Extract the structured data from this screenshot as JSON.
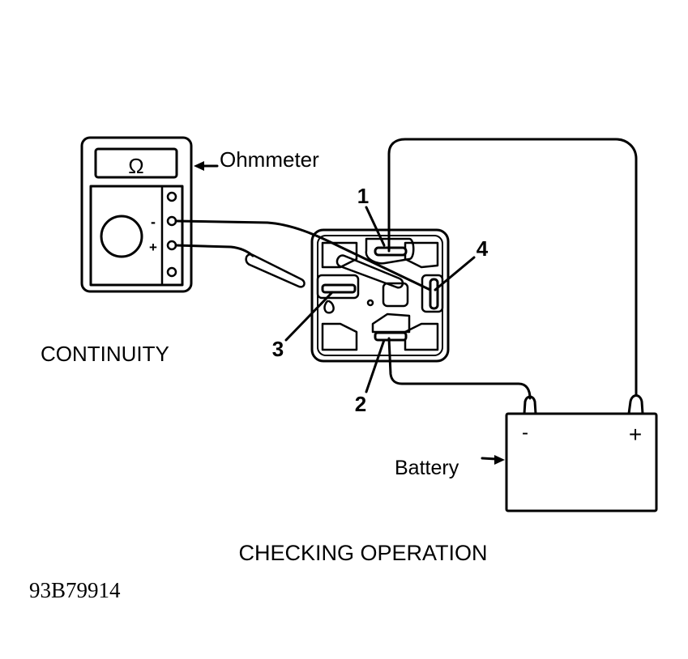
{
  "diagram": {
    "type": "wiring-test-diagram",
    "title": "CHECKING OPERATION",
    "figure_id": "93B79914",
    "colors": {
      "ink": "#000000",
      "background": "#ffffff"
    },
    "ohmmeter": {
      "label": "Ohmmeter",
      "display_symbol": "Ω",
      "terminal_minus": "-",
      "terminal_plus": "+",
      "mode_caption": "CONTINUITY"
    },
    "relay": {
      "terminals": [
        {
          "label": "1"
        },
        {
          "label": "2"
        },
        {
          "label": "3"
        },
        {
          "label": "4"
        }
      ]
    },
    "battery": {
      "label": "Battery",
      "neg_symbol": "-",
      "pos_symbol": "+"
    },
    "connections": [
      {
        "from": "Ohmmeter -",
        "to": "Relay terminal 4"
      },
      {
        "from": "Ohmmeter +",
        "to": "Relay terminal 3"
      },
      {
        "from": "Battery +",
        "to": "Relay terminal 1"
      },
      {
        "from": "Battery -",
        "to": "Relay terminal 2"
      }
    ]
  }
}
